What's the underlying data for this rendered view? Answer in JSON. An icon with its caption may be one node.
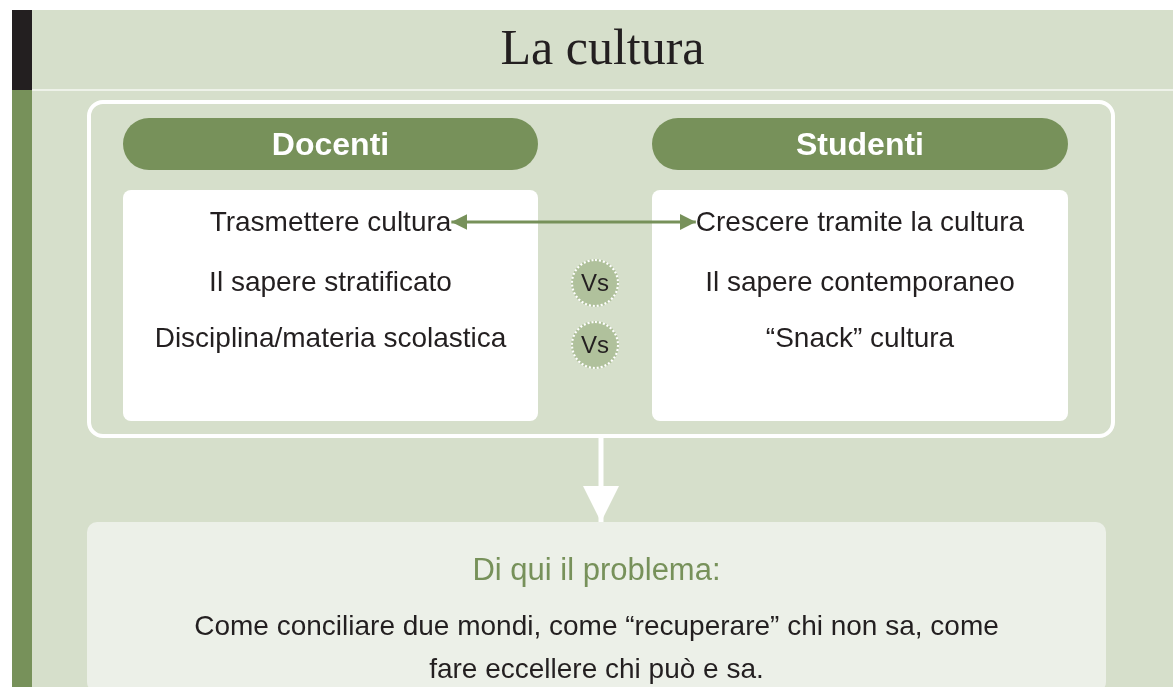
{
  "diagram": {
    "title": "La cultura",
    "nodes": [
      {
        "text": [],
        "shape": "box"
      },
      {
        "text": [
          "Docenti"
        ],
        "in": 0
      },
      {
        "text": [],
        "shape": "box",
        "in": 0
      },
      {
        "text": [
          "Trasmettere cultura"
        ],
        "in": 2
      },
      {
        "text": [
          "Il sapere stratificato"
        ],
        "in": 2
      },
      {
        "text": [
          "Disciplina/materia scolastica"
        ],
        "in": 2
      },
      {
        "text": [
          "Studenti"
        ],
        "in": 0
      },
      {
        "text": [],
        "shape": "box",
        "in": 0
      },
      {
        "text": [
          "Crescere tramite la cultura"
        ],
        "in": 7
      },
      {
        "text": [
          "Il sapere contemporaneo"
        ],
        "in": 7
      },
      {
        "text": [
          "“Snack” cultura"
        ],
        "in": 7
      },
      {
        "text": [
          "Vs"
        ],
        "in": 0
      },
      {
        "text": [
          "Vs"
        ],
        "in": 0
      },
      {
        "text": [
          "Di qui il problema:",
          "Come conciliare due mondi, come “recuperare” chi non sa, come fare eccellere chi può e sa."
        ]
      }
    ],
    "edges": [
      {
        "from": 3,
        "to": 8,
        "arrow": "both"
      },
      {
        "from": 0,
        "to": 13,
        "arrow": "to",
        "color": "#ffffff"
      }
    ]
  }
}
